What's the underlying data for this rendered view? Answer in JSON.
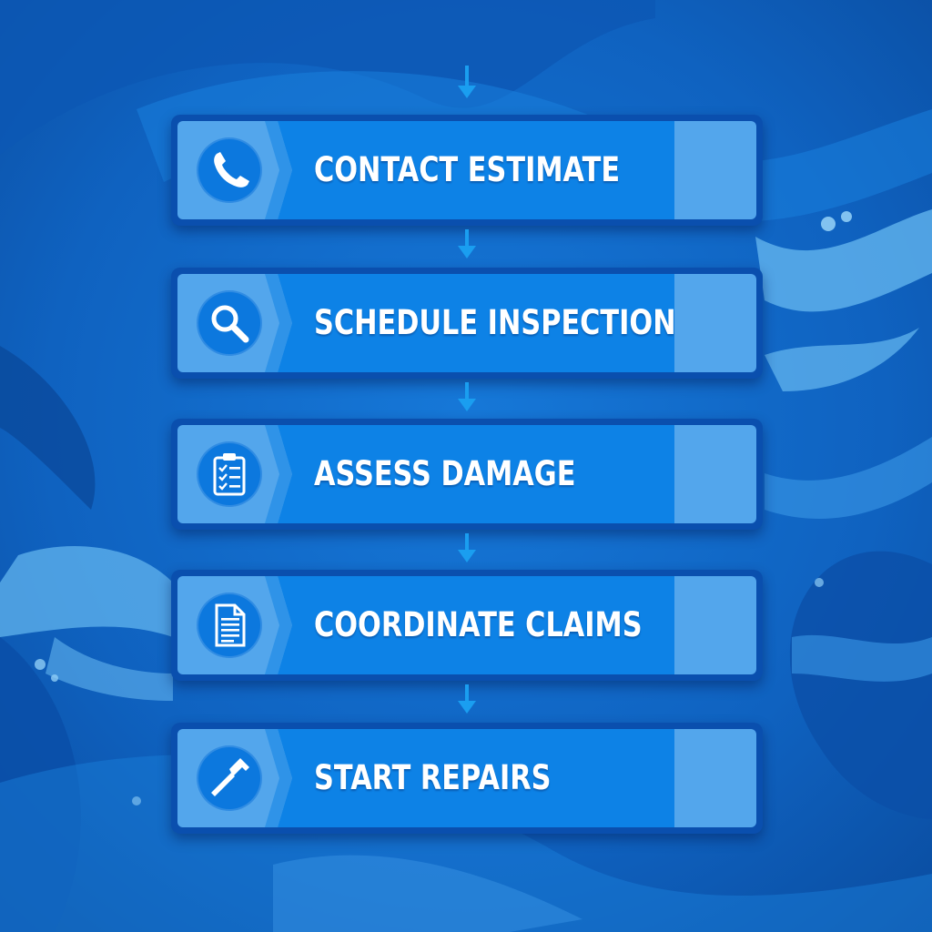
{
  "colors": {
    "background_deep": "#0b4ea8",
    "background_mid": "#1576d6",
    "wave_light": "#62b4ee",
    "panel_border": "#0a4fae",
    "panel_light": "#53a6ec",
    "panel_main": "#0d82e6",
    "icon_circle": "#0c78de",
    "text": "#ffffff",
    "arrow": "#1a9ef0"
  },
  "steps": [
    {
      "label": "CONTACT ESTIMATE",
      "icon": "phone-icon"
    },
    {
      "label": "SCHEDULE INSPECTION",
      "icon": "magnifier-icon"
    },
    {
      "label": "ASSESS DAMAGE",
      "icon": "clipboard-checklist-icon"
    },
    {
      "label": "COORDINATE CLAIMS",
      "icon": "document-icon"
    },
    {
      "label": "START REPAIRS",
      "icon": "hammer-icon"
    }
  ]
}
